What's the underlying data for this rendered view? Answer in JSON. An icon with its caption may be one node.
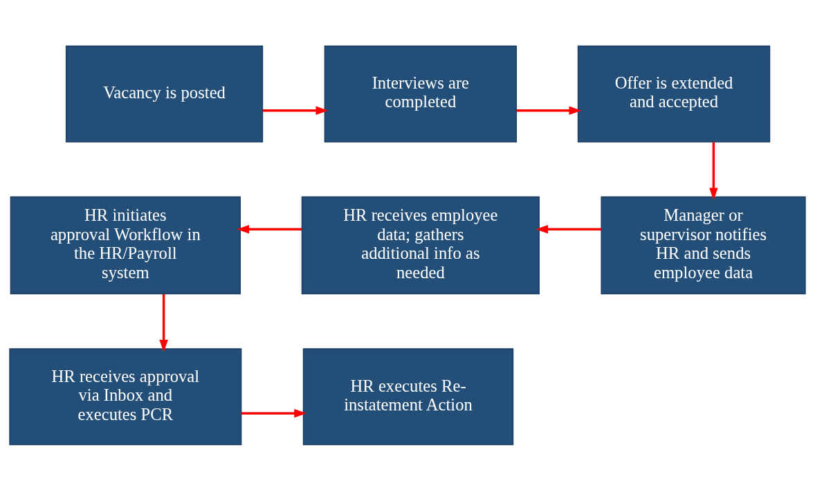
{
  "diagram": {
    "nodes": [
      {
        "text": [
          "Vacancy is posted"
        ]
      },
      {
        "text": [
          "Interviews are completed"
        ]
      },
      {
        "text": [
          "Offer is extended and accepted"
        ]
      },
      {
        "text": [
          "Manager or supervisor notifies HR and sends employee data"
        ]
      },
      {
        "text": [
          "HR receives employee data; gathers additional info as needed"
        ]
      },
      {
        "text": [
          "HR initiates approval Workflow in the HR/Payroll system"
        ]
      },
      {
        "text": [
          "HR receives approval via Inbox and executes PCR"
        ]
      },
      {
        "text": [
          "HR executes Re-instatement Action"
        ]
      }
    ],
    "edges": [
      {
        "from": 0,
        "to": 1,
        "arrow": "to"
      },
      {
        "from": 1,
        "to": 2,
        "arrow": "to"
      },
      {
        "from": 2,
        "to": 3,
        "arrow": "to"
      },
      {
        "from": 3,
        "to": 4,
        "arrow": "to"
      },
      {
        "from": 4,
        "to": 5,
        "arrow": "to"
      },
      {
        "from": 5,
        "to": 6,
        "arrow": "to"
      },
      {
        "from": 6,
        "to": 7,
        "arrow": "to"
      }
    ]
  }
}
